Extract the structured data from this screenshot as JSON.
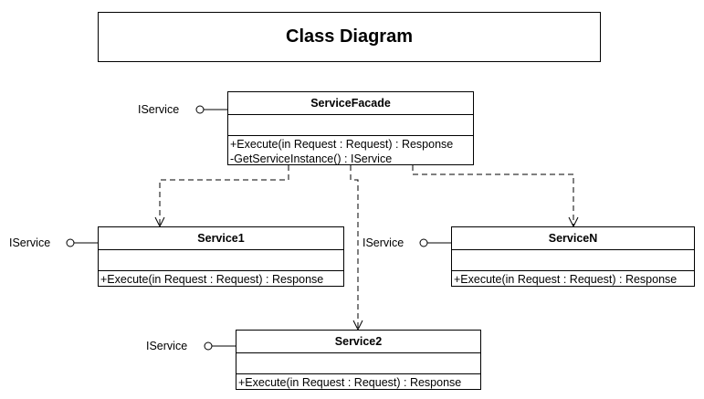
{
  "title": "Class Diagram",
  "interface_label": "IService",
  "classes": {
    "facade": {
      "name": "ServiceFacade",
      "operations": [
        "+Execute(in Request : Request) : Response",
        "-GetServiceInstance() : IService"
      ]
    },
    "service1": {
      "name": "Service1",
      "operations": [
        "+Execute(in Request : Request) : Response"
      ]
    },
    "serviceN": {
      "name": "ServiceN",
      "operations": [
        "+Execute(in Request : Request) : Response"
      ]
    },
    "service2": {
      "name": "Service2",
      "operations": [
        "+Execute(in Request : Request) : Response"
      ]
    }
  }
}
